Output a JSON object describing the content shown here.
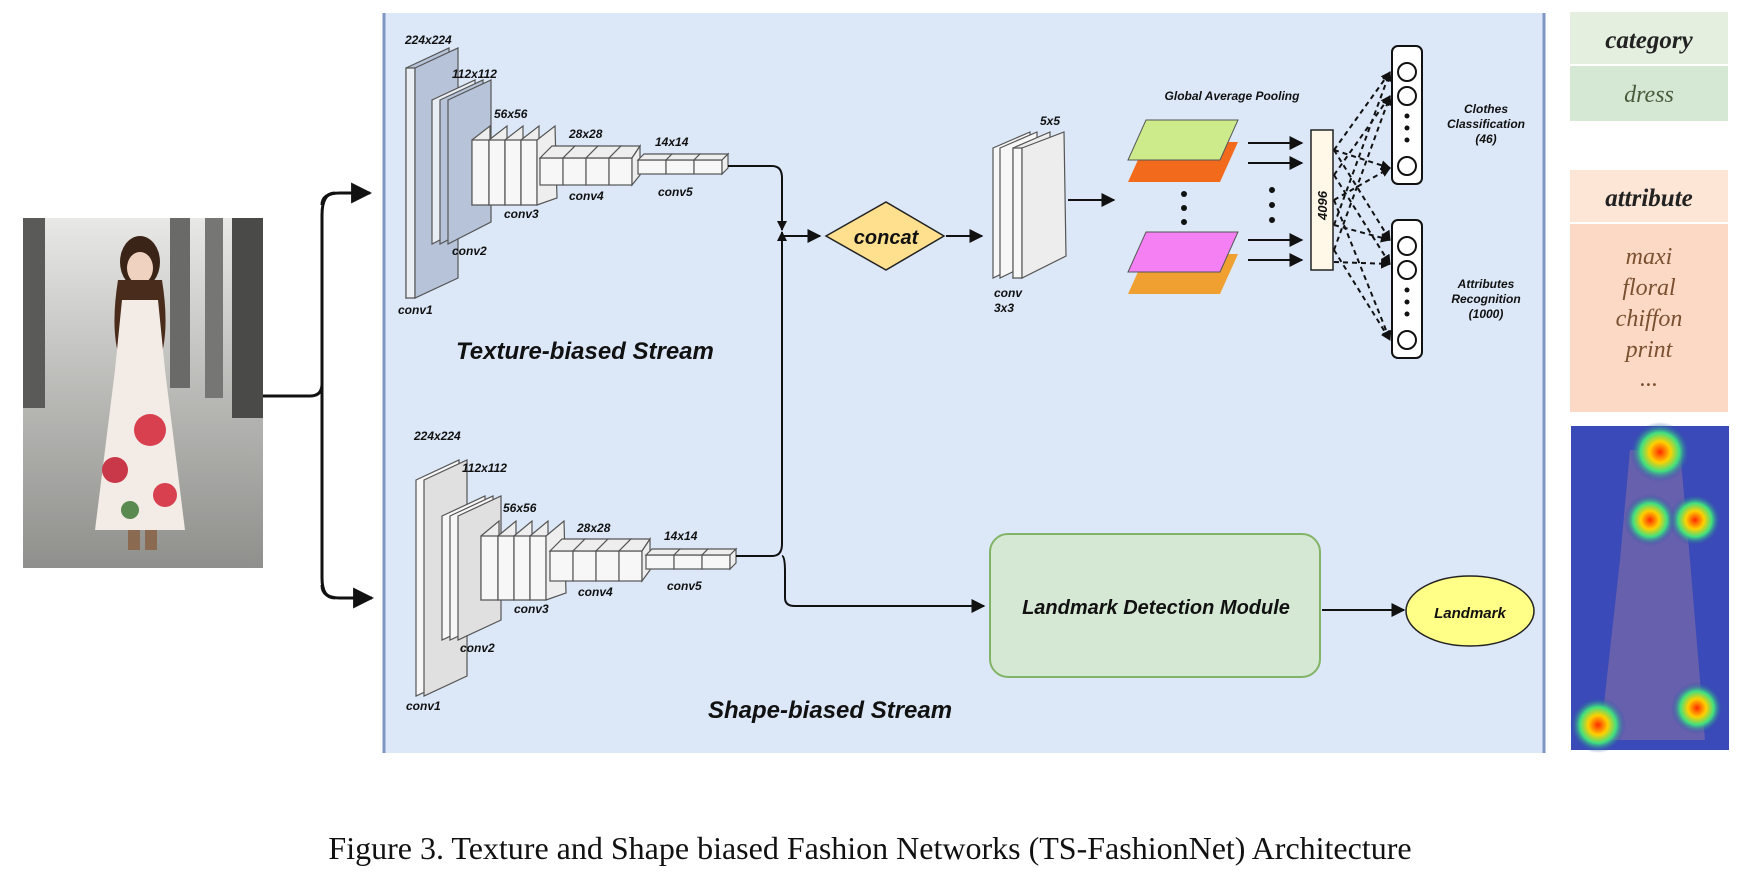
{
  "texture_stream": {
    "title": "Texture-biased Stream",
    "sizes": [
      "224x224",
      "112x112",
      "56x56",
      "28x28",
      "14x14"
    ],
    "convs": [
      "conv1",
      "conv2",
      "conv3",
      "conv4",
      "conv5"
    ]
  },
  "shape_stream": {
    "title": "Shape-biased Stream",
    "sizes": [
      "224x224",
      "112x112",
      "56x56",
      "28x28",
      "14x14"
    ],
    "convs": [
      "conv1",
      "conv2",
      "conv3",
      "conv4",
      "conv5"
    ]
  },
  "fusion": {
    "concat": "concat",
    "conv_size": "5x5",
    "conv_label_1": "conv",
    "conv_label_2": "3x3",
    "gap_label": "Global Average Pooling",
    "fc_label": "4096"
  },
  "outputs": {
    "clothes_1": "Clothes",
    "clothes_2": "Classification",
    "clothes_3": "(46)",
    "attr_1": "Attributes",
    "attr_2": "Recognition",
    "attr_3": "(1000)",
    "landmark_module": "Landmark Detection Module",
    "landmark": "Landmark"
  },
  "result_panel": {
    "category_header": "category",
    "category_value": "dress",
    "attribute_header": "attribute",
    "attributes": [
      "maxi",
      "floral",
      "chiffon",
      "print",
      "..."
    ]
  },
  "caption": "Figure 3. Texture and Shape biased Fashion Networks (TS-FashionNet) Architecture",
  "colors": {
    "panel_bg": "#dce8f8",
    "concat_fill": "#ffe08f",
    "landmark_module_fill": "#d5e8d4",
    "landmark_fill": "#ffff88",
    "gap_green": "#cdeb8b",
    "gap_orange": "#f26b1d",
    "gap_pink": "#f480f4",
    "gap_amber": "#f0a030",
    "category_bg": "#d5e8d4",
    "attribute_bg": "#fbd9c5"
  }
}
